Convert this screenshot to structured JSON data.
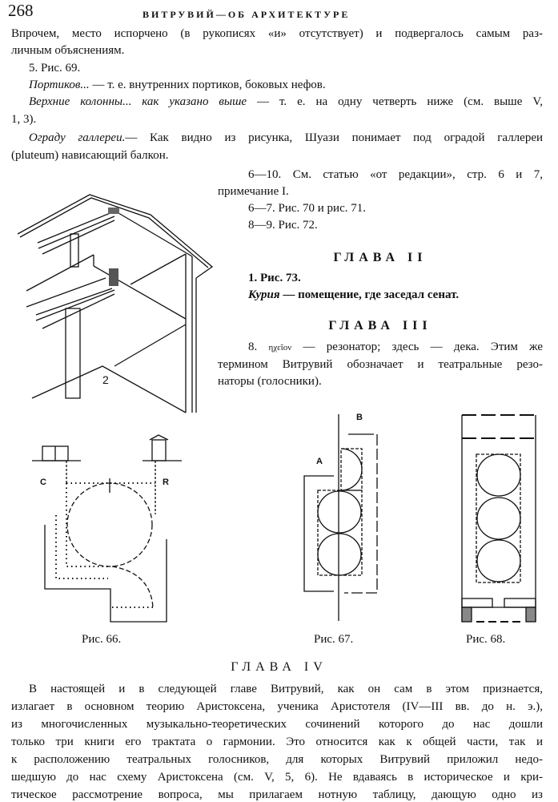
{
  "header": {
    "page_number": "268",
    "running_title": "ВИТРУВИЙ—ОБ АРХИТЕКТУРЕ"
  },
  "top_text": {
    "l1": "Впрочем, место испорчено (в рукописях «и» отсутствует) и подвергалось самым раз-",
    "l2": "личным объяснениям.",
    "l3": "5. Рис. 69.",
    "l4_it": "Портиков...",
    "l4": " — т. е. внутренних портиков, боковых нефов.",
    "l5_it": "Верхние колонны... как указано выше",
    "l5": " — т. е. на одну четверть ниже (см. выше V,",
    "l6": "1, 3).",
    "l7_it": "Ограду галлереи.",
    "l7": "— Как видно из рисунка, Шуази понимает под оградой галлереи",
    "l8": "(pluteum) нависающий балкон."
  },
  "right_col": {
    "r1": "6—10. См. статью «от редакции», стр. 6 и 7,",
    "r2": "примечание I.",
    "r3": "6—7. Рис. 70 и рис. 71.",
    "r4": "8—9. Рис. 72.",
    "chapter2": "ГЛАВА II",
    "r5": "1. Рис. 73.",
    "r6_it": "Курия",
    "r6": " — помещение, где заседал сенат.",
    "chapter3": "ГЛАВА III",
    "r7_greek": "ηχεῖον",
    "r7": " — резонатор; здесь — дека. Этим же",
    "r8": "термином Витрувий обозначает и театральные резо-",
    "r9": "наторы (голосники)."
  },
  "figures": {
    "fig2_label": "2",
    "fig66_caption": "Рис. 66.",
    "fig66_label_c": "C",
    "fig66_label_r": "R",
    "fig67_caption": "Рис. 67.",
    "fig67_label_a": "A",
    "fig67_label_b": "B",
    "fig68_caption": "Рис. 68."
  },
  "chapter4": {
    "title": "ГЛАВА IV",
    "lines": [
      "В настоящей и в следующей главе Витрувий, как он сам в этом признается,",
      "излагает в основном теорию Аристоксена, ученика Аристотеля (IV—III вв. до н. э.),",
      "из многочисленных музыкально-теоретических сочинений которого до нас дошли",
      "только три книги его трактата о гармонии. Это относится как к общей части, так и",
      "к расположению театральных голосников, для которых Витрувий приложил недо-",
      "шедшую до нас схему Аристоксена (см. V, 5, 6). Не вдаваясь в историческое и кри-",
      "тическое рассмотрение вопроса, мы прилагаем нотную таблицу, дающую одно из"
    ]
  }
}
